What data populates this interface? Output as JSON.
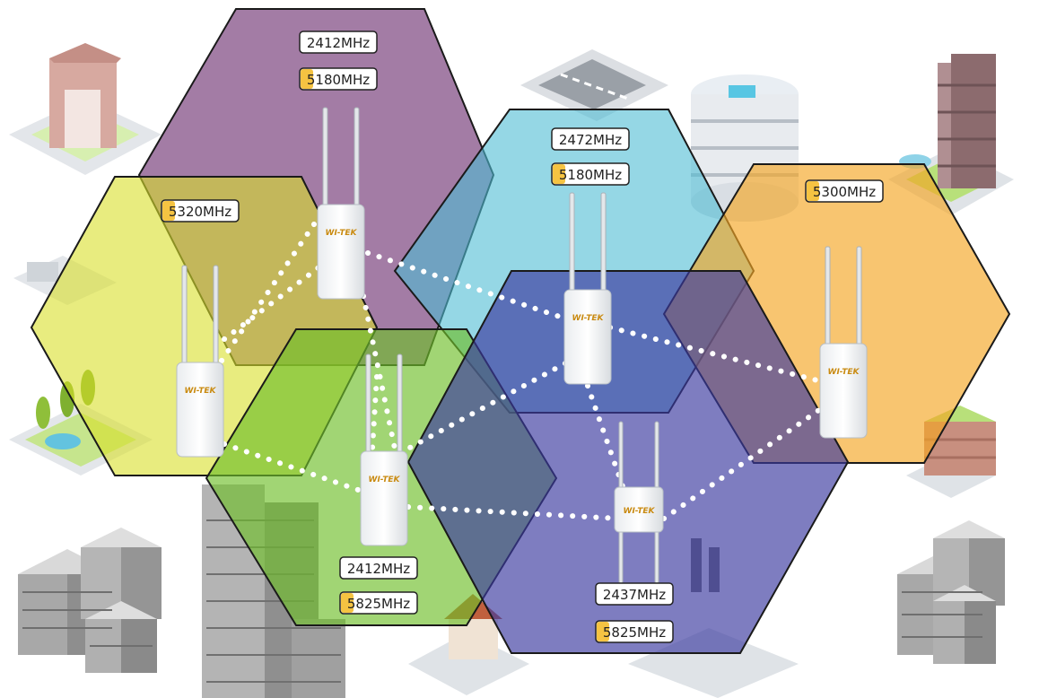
{
  "brand": {
    "logo_text": "WI-TEK"
  },
  "colors": {
    "purple": "#6b2b6e",
    "cyan": "#4fbcd4",
    "yellow": "#d8e02a",
    "orange": "#f5a623",
    "green": "#6fbf2a",
    "indigo": "#3b3aa0",
    "freq_5g_fill": "#f5c342",
    "freq_2g_fill": "#ffffff",
    "link": "#ffffff"
  },
  "cells": [
    {
      "id": "purple",
      "color_key": "purple",
      "freq_24": "2412MHz",
      "freq_5": "5180MHz"
    },
    {
      "id": "cyan",
      "color_key": "cyan",
      "freq_24": "2472MHz",
      "freq_5": "5180MHz"
    },
    {
      "id": "yellow",
      "color_key": "yellow",
      "freq_24": "",
      "freq_5": "5320MHz"
    },
    {
      "id": "orange",
      "color_key": "orange",
      "freq_24": "",
      "freq_5": "5300MHz"
    },
    {
      "id": "green",
      "color_key": "green",
      "freq_24": "2412MHz",
      "freq_5": "5825MHz"
    },
    {
      "id": "indigo",
      "color_key": "indigo",
      "freq_24": "2437MHz",
      "freq_5": "5825MHz"
    }
  ],
  "icons": {
    "access_point": "access-point-icon",
    "building": "building-icon"
  }
}
